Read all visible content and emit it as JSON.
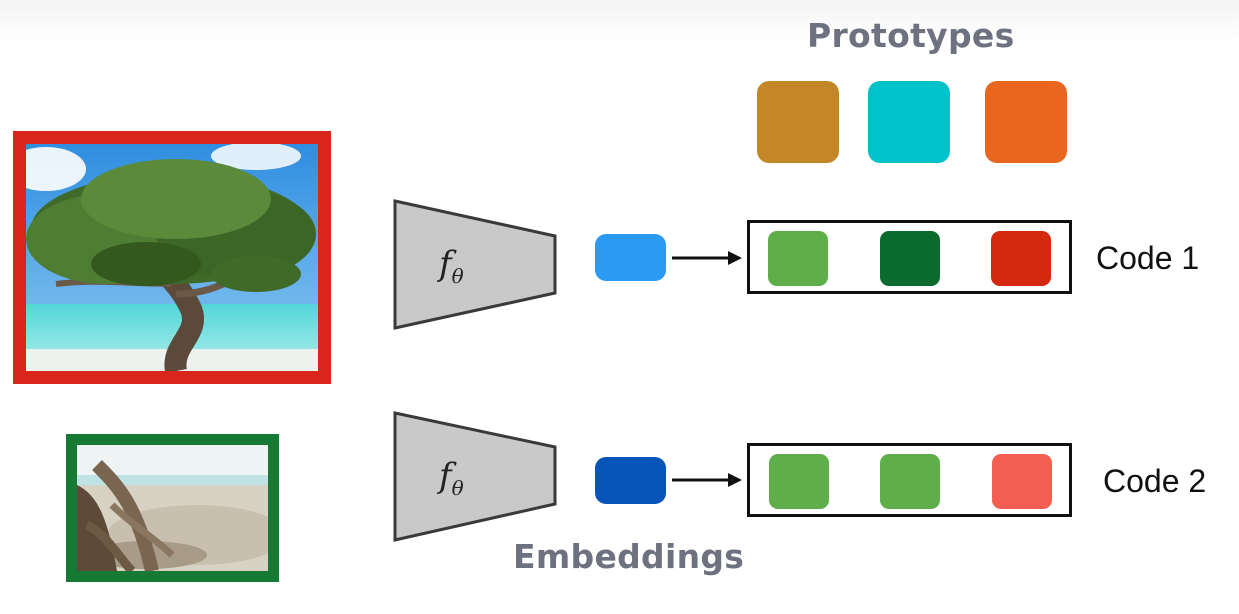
{
  "headings": {
    "prototypes": "Prototypes",
    "embeddings": "Embeddings"
  },
  "encoder": {
    "symbol": "f",
    "subscript": "θ"
  },
  "prototypes": [
    {
      "name": "prototype-1",
      "color": "#c48728"
    },
    {
      "name": "prototype-2",
      "color": "#00c2c8"
    },
    {
      "name": "prototype-3",
      "color": "#e9661e"
    }
  ],
  "rows": [
    {
      "image": {
        "subject": "tree on beach",
        "frame_color": "#d9261c"
      },
      "embedding_color": "#2b9af3",
      "code_label": "Code 1",
      "code_colors": [
        "#5fae4a",
        "#0b6a2e",
        "#d4280f"
      ]
    },
    {
      "image": {
        "subject": "tree trunk on sand",
        "frame_color": "#167a34"
      },
      "embedding_color": "#0654b8",
      "code_label": "Code 2",
      "code_colors": [
        "#5fae4a",
        "#5fae4a",
        "#f45e50"
      ]
    }
  ]
}
